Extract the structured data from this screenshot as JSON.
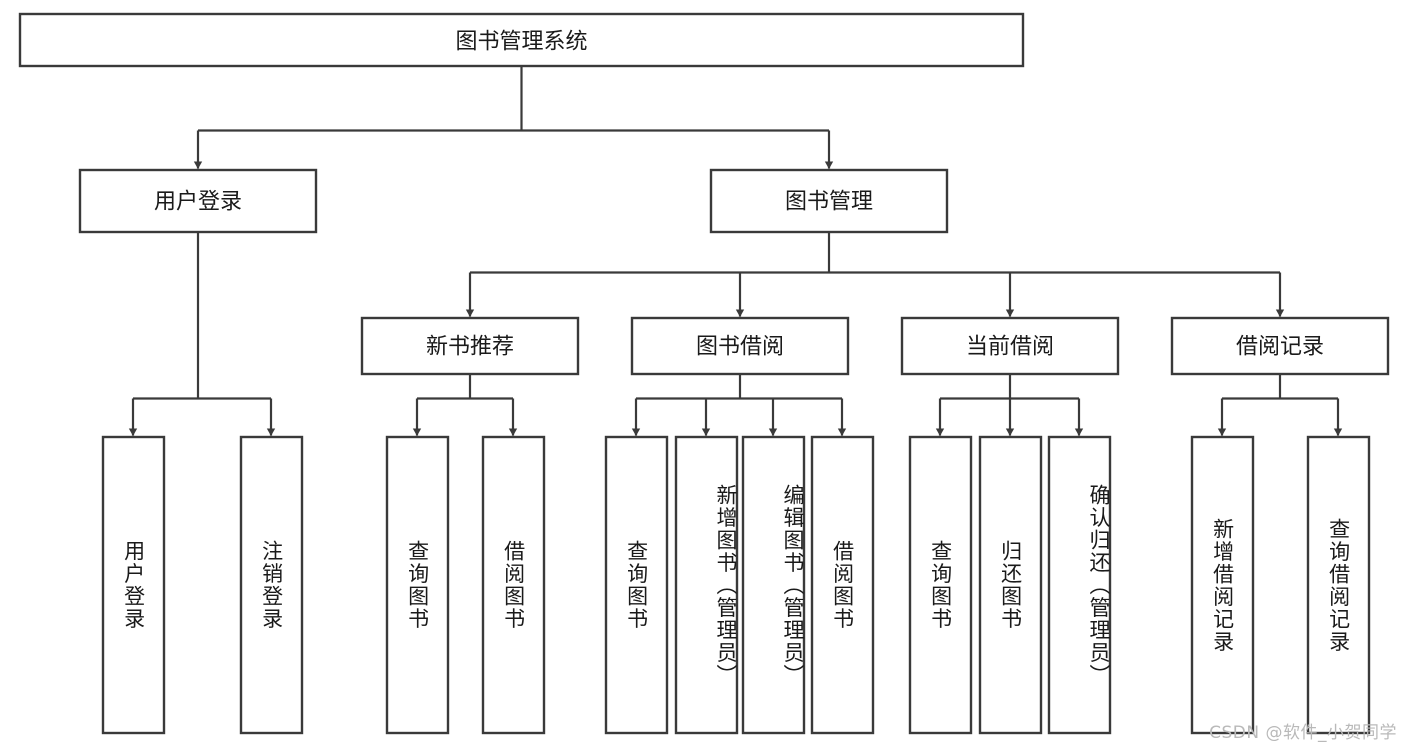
{
  "diagram": {
    "title": "图书管理系统",
    "type": "tree",
    "watermark": "CSDN @软件_小贺同学",
    "colors": {
      "stroke": "#3a3a3a",
      "fill": "#ffffff",
      "text": "#1a1a1a",
      "watermark": "#b9b9b9",
      "background": "#ffffff"
    },
    "root": {
      "label": "图书管理系统"
    },
    "level2": [
      {
        "label": "用户登录"
      },
      {
        "label": "图书管理"
      }
    ],
    "level3": [
      {
        "label": "新书推荐"
      },
      {
        "label": "图书借阅"
      },
      {
        "label": "当前借阅"
      },
      {
        "label": "借阅记录"
      }
    ],
    "leaves": {
      "user_login": [
        {
          "label": "用户登录"
        },
        {
          "label": "注销登录"
        }
      ],
      "new_book_recommend": [
        {
          "label": "查询图书"
        },
        {
          "label": "借阅图书"
        }
      ],
      "book_borrow": [
        {
          "label": "查询图书"
        },
        {
          "label": "新增图书（管理员）"
        },
        {
          "label": "编辑图书（管理员）"
        },
        {
          "label": "借阅图书"
        }
      ],
      "current_borrow": [
        {
          "label": "查询图书"
        },
        {
          "label": "归还图书"
        },
        {
          "label": "确认归还（管理员）"
        }
      ],
      "borrow_record": [
        {
          "label": "新增借阅记录"
        },
        {
          "label": "查询借阅记录"
        }
      ]
    }
  }
}
